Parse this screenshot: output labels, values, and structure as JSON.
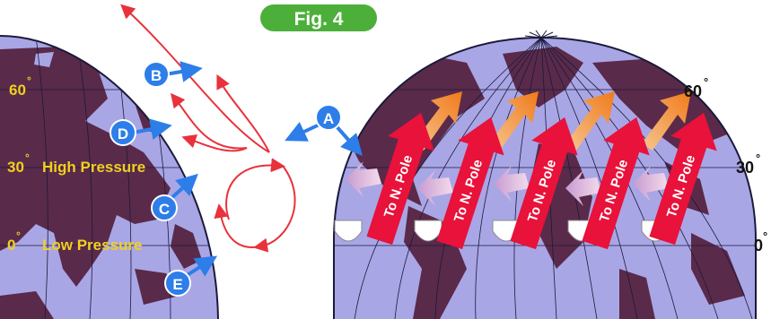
{
  "figure_label": "Fig. 4",
  "markers": {
    "A": "A",
    "B": "B",
    "C": "C",
    "D": "D",
    "E": "E"
  },
  "left_globe": {
    "lat_60": "60",
    "lat_30": "30",
    "lat_0": "0",
    "high_pressure": "High Pressure",
    "low_pressure": "Low Pressure"
  },
  "right_globe": {
    "lat_60": "60",
    "lat_30": "30",
    "lat_0": "0",
    "degree_symbol": "°",
    "arrow_labels": [
      "To N. Pole",
      "To N. Pole",
      "To N. Pole",
      "To N. Pole",
      "To N. Pole"
    ]
  },
  "colors": {
    "ocean": "#a9a6e6",
    "land": "#5a2a4a",
    "circulation": "#e8323c",
    "wind_arrow": "#e8123a",
    "orange_arrow": "#f08a2a",
    "marker": "#2d7ee8",
    "latitude_label": "#f0d020",
    "title_bg": "#4caf3a"
  }
}
